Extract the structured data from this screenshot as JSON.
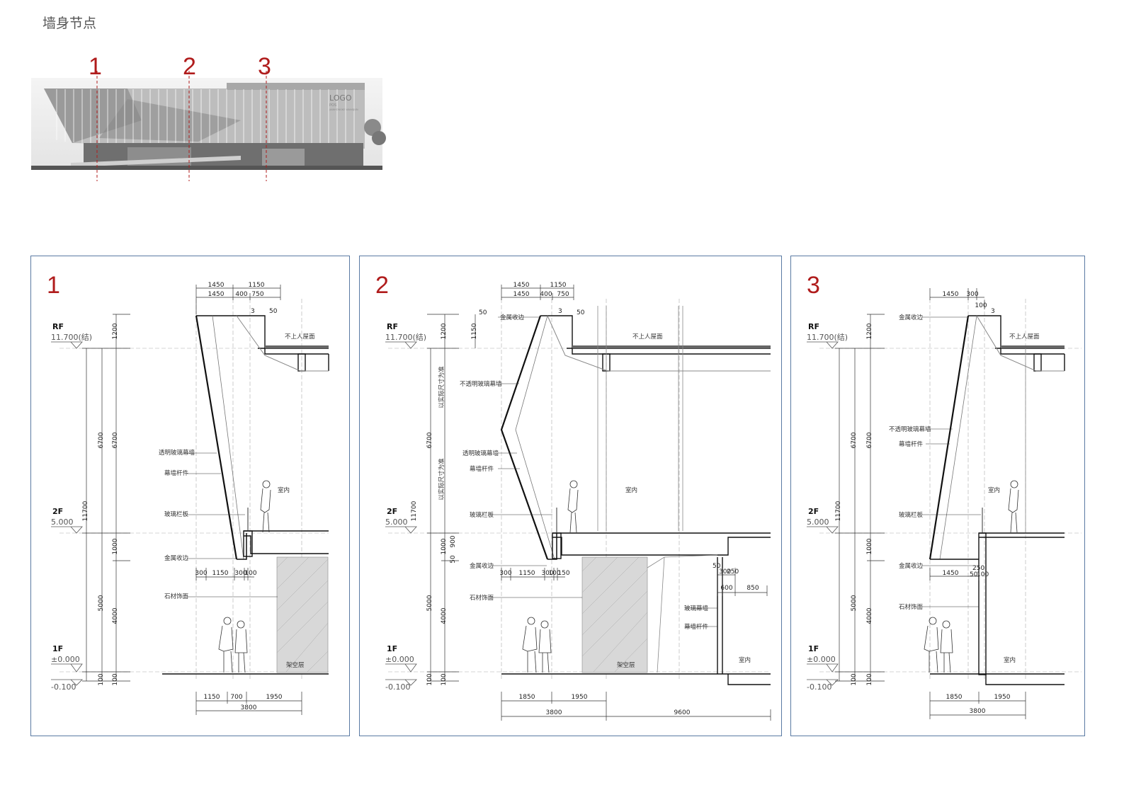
{
  "title": "墙身节点",
  "elevation": {
    "markers": [
      "1",
      "2",
      "3"
    ],
    "logo": "LOGO",
    "logo_sub": "POS",
    "logo_small": "JIANHONGKE WANGJUN"
  },
  "levels": {
    "rf": "RF",
    "rf_val": "11.700(结)",
    "f2": "2F",
    "f2_val": "5.000",
    "f1": "1F",
    "f1_val": "±0.000",
    "gnd": "-0.100"
  },
  "panel1": {
    "no": "1",
    "top_dims": [
      "1450",
      "1150",
      "1450",
      "400",
      "750"
    ],
    "small_dims": [
      "50",
      "3"
    ],
    "v_dims": [
      "1200",
      "6700",
      "6700",
      "11700",
      "1000",
      "4000",
      "5000",
      "100",
      "100"
    ],
    "mid_dims": [
      "300",
      "1150",
      "300",
      "100"
    ],
    "bot_dims": [
      "1150",
      "700",
      "1950",
      "3800"
    ],
    "labels": {
      "roof": "不上人屋面",
      "glass_wall": "透明玻璃幕墙",
      "mullion": "幕墙杆件",
      "railing": "玻璃栏板",
      "indoor": "室内",
      "trim": "金属收边",
      "stone": "石材饰面",
      "void": "架空层"
    }
  },
  "panel2": {
    "no": "2",
    "top_dims": [
      "1450",
      "1150",
      "1450",
      "400",
      "750"
    ],
    "small_dims": [
      "50",
      "50",
      "1150",
      "3"
    ],
    "v_dims": [
      "1200",
      "6700",
      "11700",
      "1000",
      "900",
      "50",
      "4000",
      "5000",
      "100",
      "100"
    ],
    "v_notes": [
      "以实际尺寸为准",
      "以实际尺寸为准"
    ],
    "mid_dims": [
      "300",
      "1150",
      "300",
      "100",
      "150"
    ],
    "right_dims": [
      "50",
      "300",
      "250",
      "600",
      "850"
    ],
    "bot_dims": [
      "1850",
      "1950",
      "3800",
      "9600"
    ],
    "labels": {
      "trim_top": "金属收边",
      "roof": "不上人屋面",
      "opaque": "不透明玻璃幕墙",
      "glass_wall": "透明玻璃幕墙",
      "mullion": "幕墙杆件",
      "indoor": "室内",
      "railing": "玻璃栏板",
      "trim": "金属收边",
      "stone": "石材饰面",
      "void": "架空层",
      "glass2": "玻璃幕墙",
      "mullion2": "幕墙杆件",
      "indoor2": "室内"
    }
  },
  "panel3": {
    "no": "3",
    "top_dims": [
      "1450",
      "300",
      "100",
      "3"
    ],
    "v_dims": [
      "1200",
      "6700",
      "6700",
      "11700",
      "1000",
      "4000",
      "5000",
      "100",
      "100"
    ],
    "mid_dims": [
      "1450",
      "250",
      "50",
      "100"
    ],
    "bot_dims": [
      "1850",
      "1950",
      "3800"
    ],
    "labels": {
      "trim_top": "金属收边",
      "roof": "不上人屋面",
      "opaque": "不透明玻璃幕墙",
      "mullion": "幕墙杆件",
      "indoor": "室内",
      "railing": "玻璃栏板",
      "trim": "金属收边",
      "stone": "石材饰面",
      "indoor2": "室内"
    }
  }
}
